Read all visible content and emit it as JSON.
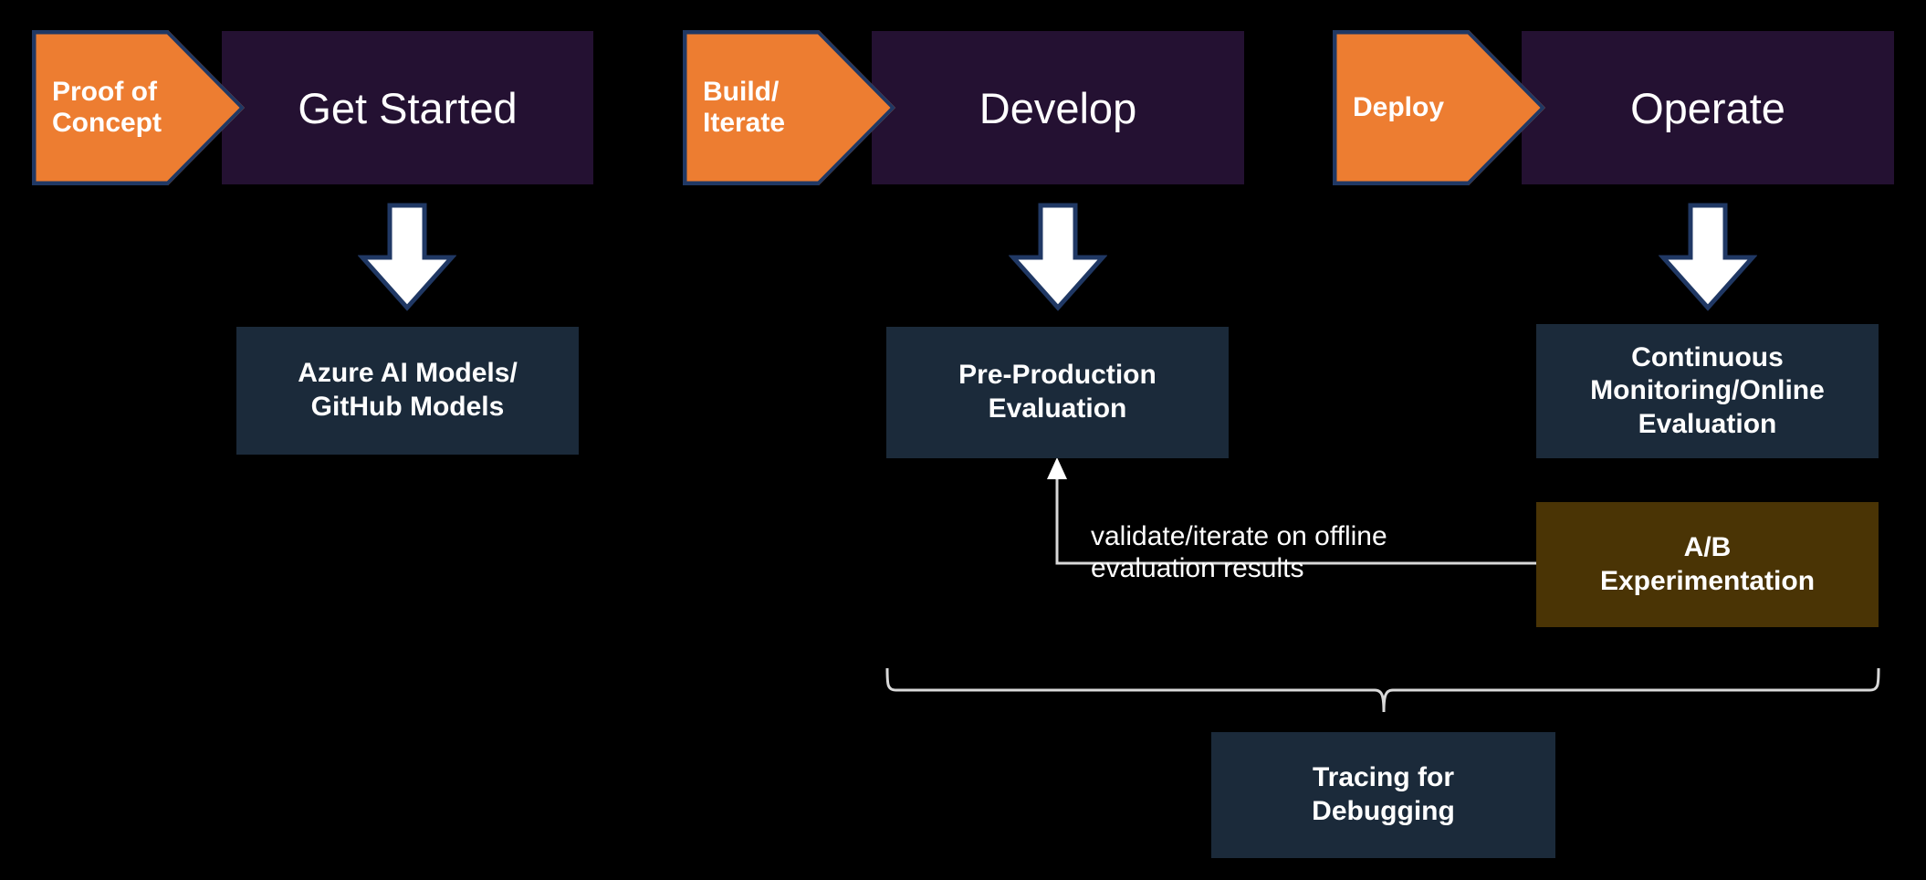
{
  "diagram": {
    "title": "GenAIOps lifecycle: Get Started / Develop / Operate",
    "colors": {
      "background": "#000000",
      "chevron_fill": "#ED7D31",
      "chevron_border": "#203864",
      "stage_box_fill": "#241132",
      "navy_box_fill": "#1b2a3a",
      "olive_box_fill": "#4a3405",
      "arrow_fill": "#ffffff",
      "arrow_border": "#203864",
      "connector_line": "#d9d9d9",
      "text": "#ffffff"
    }
  },
  "stages": [
    {
      "chevron_label": "Proof of\nConcept",
      "stage_label": "Get Started",
      "content_label": "Azure AI Models/\nGitHub Models"
    },
    {
      "chevron_label": "Build/\nIterate",
      "stage_label": "Develop",
      "content_label": "Pre-Production\nEvaluation"
    },
    {
      "chevron_label": "Deploy",
      "stage_label": "Operate",
      "content_label": "Continuous\nMonitoring/Online\nEvaluation"
    }
  ],
  "extras": {
    "ab_experimentation_label": "A/B\nExperimentation",
    "feedback_label": "validate/iterate on offline\nevaluation results",
    "tracing_label": "Tracing for\nDebugging"
  }
}
